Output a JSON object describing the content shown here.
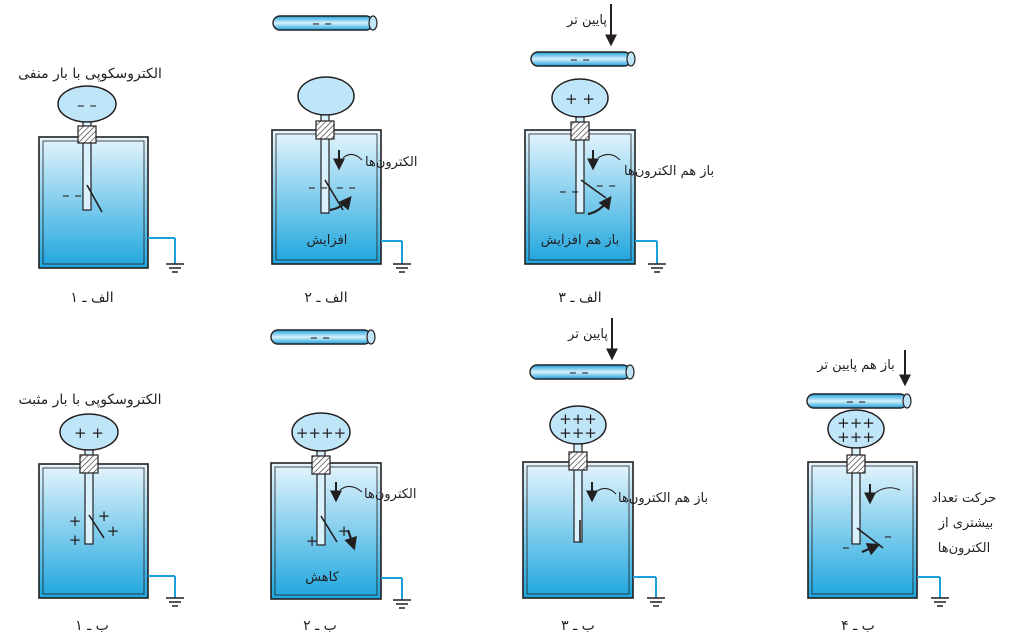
{
  "colors": {
    "jar_top": "#e6f5fd",
    "jar_bottom": "#1ea6dd",
    "rod_light": "#d8f1fc",
    "rod_dark": "#1aa0da",
    "sphere": "#bfe6f8",
    "ground_wire": "#1aa0da",
    "outline": "#231f20"
  },
  "panels": [
    {
      "id": "a1",
      "caption": "الف ـ ۱",
      "top_label": "الکتروسکوپی با بار منفی",
      "sphere_signs": "– –",
      "leaf_signs": "– –",
      "has_leaf": true,
      "arrow": false,
      "note": "",
      "inside": "",
      "rod": false,
      "rod_note": ""
    },
    {
      "id": "a2",
      "caption": "الف ـ ۲",
      "top_label": "",
      "sphere_signs": "",
      "leaf_signs": "– –",
      "has_leaf": true,
      "arrow": true,
      "note": "الکترون‌ها",
      "inside": "افزایش",
      "rod": true,
      "rod_note": ""
    },
    {
      "id": "a3",
      "caption": "الف ـ ۳",
      "top_label": "",
      "sphere_signs": "+ +",
      "leaf_signs": "– –",
      "has_leaf": true,
      "arrow": true,
      "note": "باز هم الکترون‌ها",
      "inside": "باز هم افزایش",
      "rod": true,
      "rod_note": "پایین تر"
    },
    {
      "id": "b1",
      "caption": "ب ـ ۱",
      "top_label": "الکتروسکوپی با بار مثبت",
      "sphere_signs": "+ +",
      "leaf_signs": "+ +",
      "has_leaf": true,
      "arrow": false,
      "note": "",
      "inside": "",
      "rod": false,
      "rod_note": ""
    },
    {
      "id": "b2",
      "caption": "ب ـ ۲",
      "top_label": "",
      "sphere_signs": "++++",
      "leaf_signs": "+ +",
      "has_leaf": true,
      "arrow": true,
      "note": "الکترون‌ها",
      "inside": "کاهش",
      "rod": true,
      "rod_note": ""
    },
    {
      "id": "b3",
      "caption": "ب ـ ۳",
      "top_label": "",
      "sphere_signs": "+++ / +++",
      "leaf_signs": "",
      "has_leaf": false,
      "arrow": true,
      "note": "باز هم الکترون‌ها",
      "inside": "",
      "rod": true,
      "rod_note": "پایین تر"
    },
    {
      "id": "b4",
      "caption": "ب ـ ۴",
      "top_label": "",
      "sphere_signs": "+++ / +++",
      "leaf_signs": "– –",
      "has_leaf": true,
      "arrow": true,
      "note": "حرکت تعداد / بیشتری از / الکترون‌ها",
      "inside": "",
      "rod": true,
      "rod_note": "باز هم پایین تر"
    }
  ],
  "text": {
    "a1_caption": "الف ـ ۱",
    "a2_caption": "الف ـ ۲",
    "a3_caption": "الف ـ ۳",
    "b1_caption": "ب ـ ۱",
    "b2_caption": "ب ـ ۲",
    "b3_caption": "ب ـ ۳",
    "b4_caption": "ب ـ ۴",
    "a1_label": "الکتروسکوپی با بار منفی",
    "b1_label": "الکتروسکوپی با بار مثبت",
    "electrons": "الکترون‌ها",
    "more_electrons": "باز هم الکترون‌ها",
    "increase": "افزایش",
    "more_increase": "باز هم افزایش",
    "decrease": "کاهش",
    "lower": "پایین تر",
    "even_lower": "باز هم پایین تر",
    "b4_note_1": "حرکت تعداد",
    "b4_note_2": "بیشتری از",
    "b4_note_3": "الکترون‌ها",
    "minus2": "– –",
    "plus2": "+  +",
    "plus4": "++++",
    "plus3": "+++"
  }
}
